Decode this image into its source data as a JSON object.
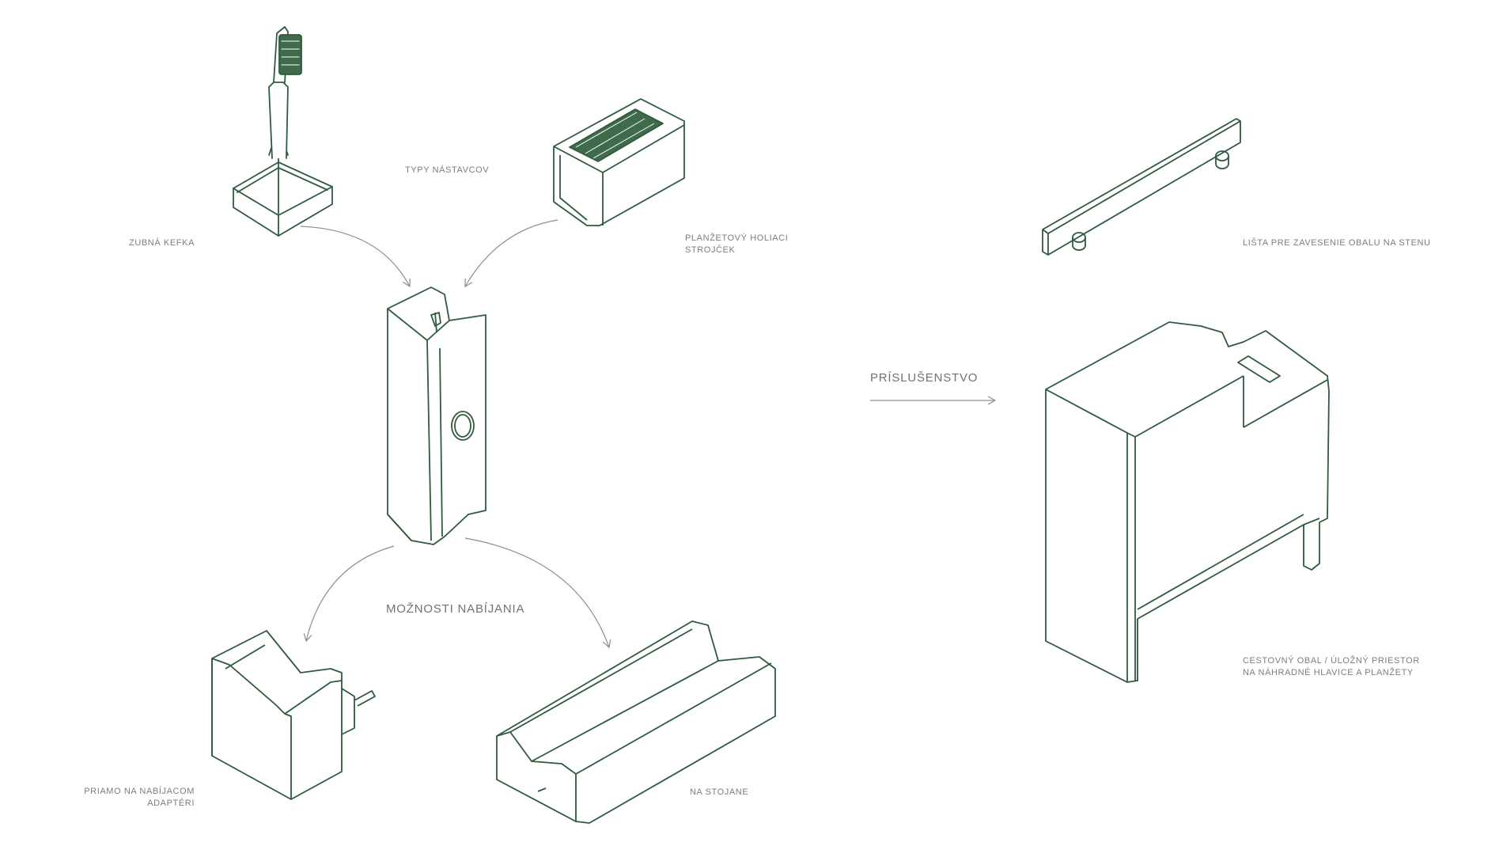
{
  "colors": {
    "line": "#2f5a3c",
    "accent": "#3f6b4c",
    "arrow": "#8c908c",
    "label": "#7a7f7b",
    "background": "#ffffff"
  },
  "labels": {
    "attachment_types": "TYPY NÁSTAVCOV",
    "toothbrush": "ZUBNÁ KEFKA",
    "foil_shaver_line1": "PLANŽETOVÝ HOLIACI",
    "foil_shaver_line2": "STROJČEK",
    "charging_options": "MOŽNOSTI NABÍJANIA",
    "adapter_line1": "PRIAMO NA NABÍJACOM",
    "adapter_line2": "ADAPTÉRI",
    "stand": "NA STOJANE",
    "accessories": "PRÍSLUŠENSTVO",
    "wall_rail": "LIŠTA PRE  ZAVESENIE OBALU NA STENU",
    "travel_case_line1": "CESTOVNÝ OBAL / ÚLOŽNÝ PRIESTOR",
    "travel_case_line2": "NA NÁHRADNÉ HLAVICE A PLANŽETY"
  }
}
